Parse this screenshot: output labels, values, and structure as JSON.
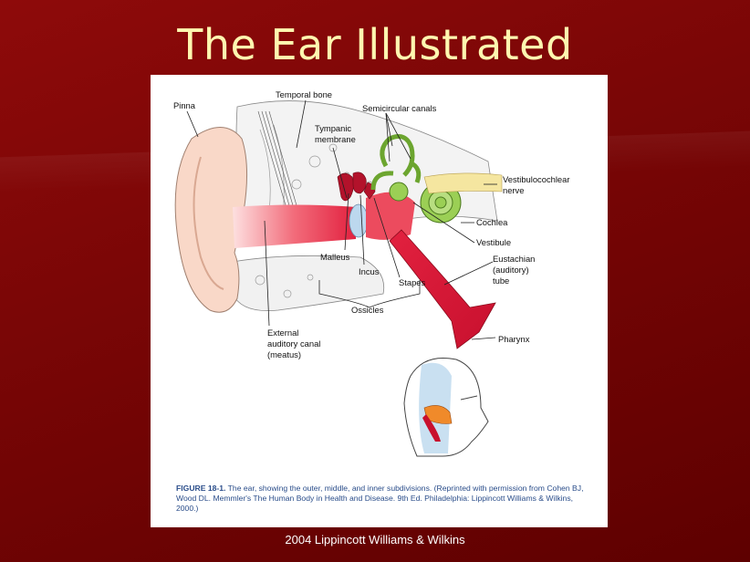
{
  "slide": {
    "title": "The Ear Illustrated",
    "footer": "2004 Lippincott Williams & Wilkins"
  },
  "figure": {
    "labels": {
      "pinna": "Pinna",
      "temporal_bone": "Temporal bone",
      "semicircular_canals": "Semicircular canals",
      "tympanic_membrane_1": "Tympanic",
      "tympanic_membrane_2": "membrane",
      "vestibulocochlear_1": "Vestibulocochlear",
      "vestibulocochlear_2": "nerve",
      "cochlea": "Cochlea",
      "vestibule": "Vestibule",
      "malleus": "Malleus",
      "incus": "Incus",
      "stapes": "Stapes",
      "eustachian_1": "Eustachian",
      "eustachian_2": "(auditory)",
      "eustachian_3": "tube",
      "ossicles": "Ossicles",
      "external_canal_1": "External",
      "external_canal_2": "auditory canal",
      "external_canal_3": "(meatus)",
      "pharynx": "Pharynx"
    },
    "caption": {
      "label": "FIGURE 18-1.",
      "text": " The ear, showing the outer, middle, and inner subdivisions. (Reprinted with permission from Cohen BJ, Wood DL. Memmler's The Human Body in Health and Disease. 9th Ed. Philadelphia: Lippincott Williams & Wilkins, 2000.)"
    }
  },
  "colors": {
    "background": "#7a0606",
    "title": "#fff7b0",
    "canal": "#e8304a",
    "inner_ear": "#8cc63f",
    "caption": "#2a4d8a"
  }
}
